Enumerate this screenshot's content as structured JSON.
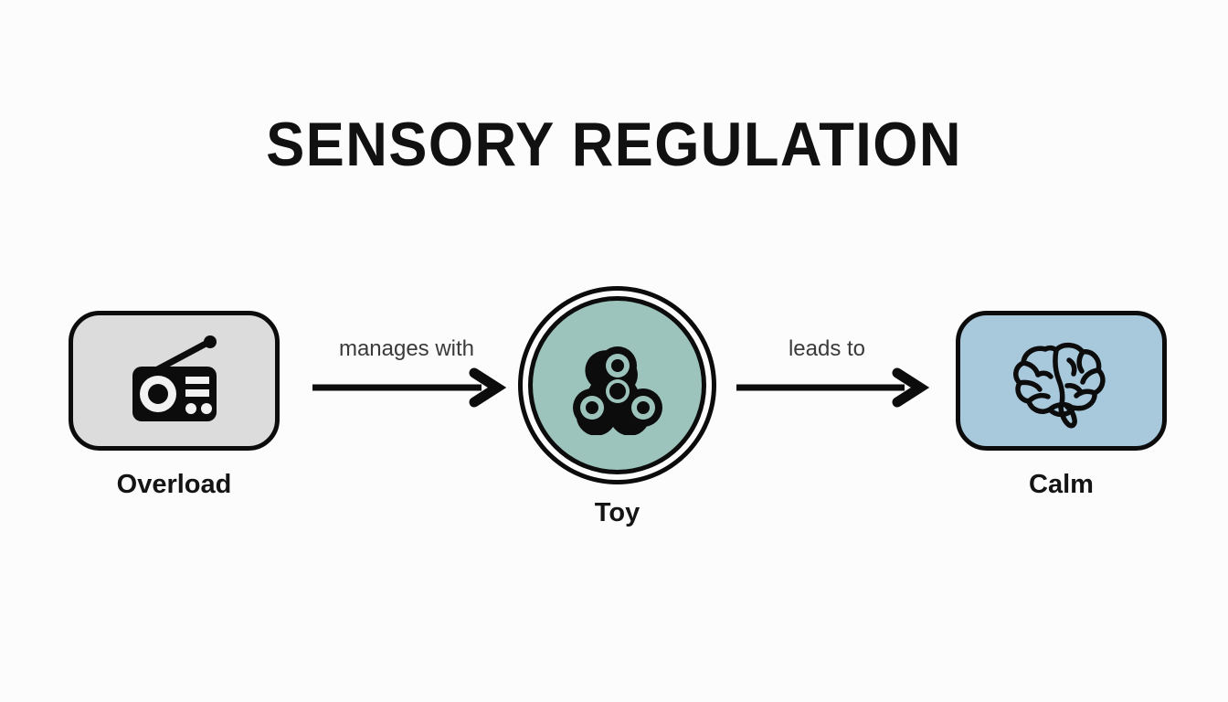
{
  "page": {
    "background_color": "#fcfcfd",
    "title": "SENSORY REGULATION"
  },
  "diagram": {
    "type": "flow",
    "orientation": "left-to-right",
    "nodes": [
      {
        "id": "overload",
        "label": "Overload",
        "shape": "rounded-rectangle",
        "fill_color": "#dcdcdc",
        "stroke_color": "#0c0c0c",
        "icon": "radio-icon"
      },
      {
        "id": "toy",
        "label": "Toy",
        "shape": "double-circle",
        "fill_color": "#9cc4bc",
        "stroke_color": "#0c0c0c",
        "icon": "fidget-spinner-icon"
      },
      {
        "id": "calm",
        "label": "Calm",
        "shape": "rounded-rectangle",
        "fill_color": "#a8c8dc",
        "stroke_color": "#0c0c0c",
        "icon": "brain-icon"
      }
    ],
    "edges": [
      {
        "id": "edge1",
        "from": "overload",
        "to": "toy",
        "label": "manages with",
        "style": "solid-arrow",
        "color": "#0c0c0c"
      },
      {
        "id": "edge2",
        "from": "toy",
        "to": "calm",
        "label": "leads to",
        "style": "solid-arrow",
        "color": "#0c0c0c"
      }
    ]
  }
}
